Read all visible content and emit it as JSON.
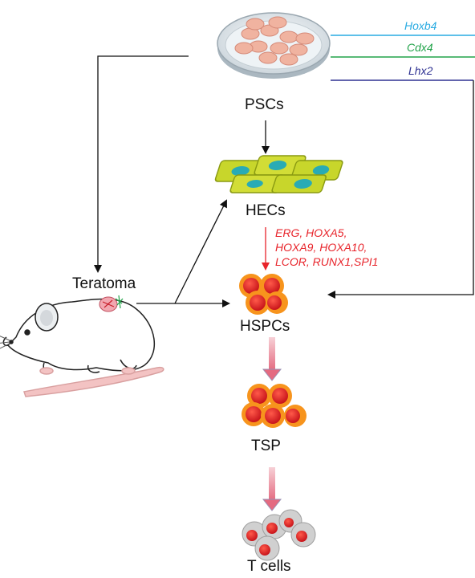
{
  "nodes": {
    "pscs": "PSCs",
    "hecs": "HECs",
    "hspcs": "HSPCs",
    "tsp": "TSP",
    "tcells": "T cells",
    "teratoma": "Teratoma"
  },
  "genes": [
    {
      "name": "Hoxb4",
      "color": "#29abe2"
    },
    {
      "name": "Cdx4",
      "color": "#22a34a"
    },
    {
      "name": "Lhx2",
      "color": "#2e3192"
    }
  ],
  "factors": [
    "ERG, HOXA5,",
    "HOXA9, HOXA10,",
    "LCOR, RUNX1,SPI1"
  ],
  "colors": {
    "arrow": "#111111",
    "factor_arrow": "#e8242b",
    "progression_arrow": "#e87a8c",
    "cell_red": "#e61e25",
    "cell_orange": "#f7941d",
    "hec_green": "#c8d62b",
    "hec_nucleus": "#29abb5",
    "tcell_grey": "#cfcfcf"
  }
}
